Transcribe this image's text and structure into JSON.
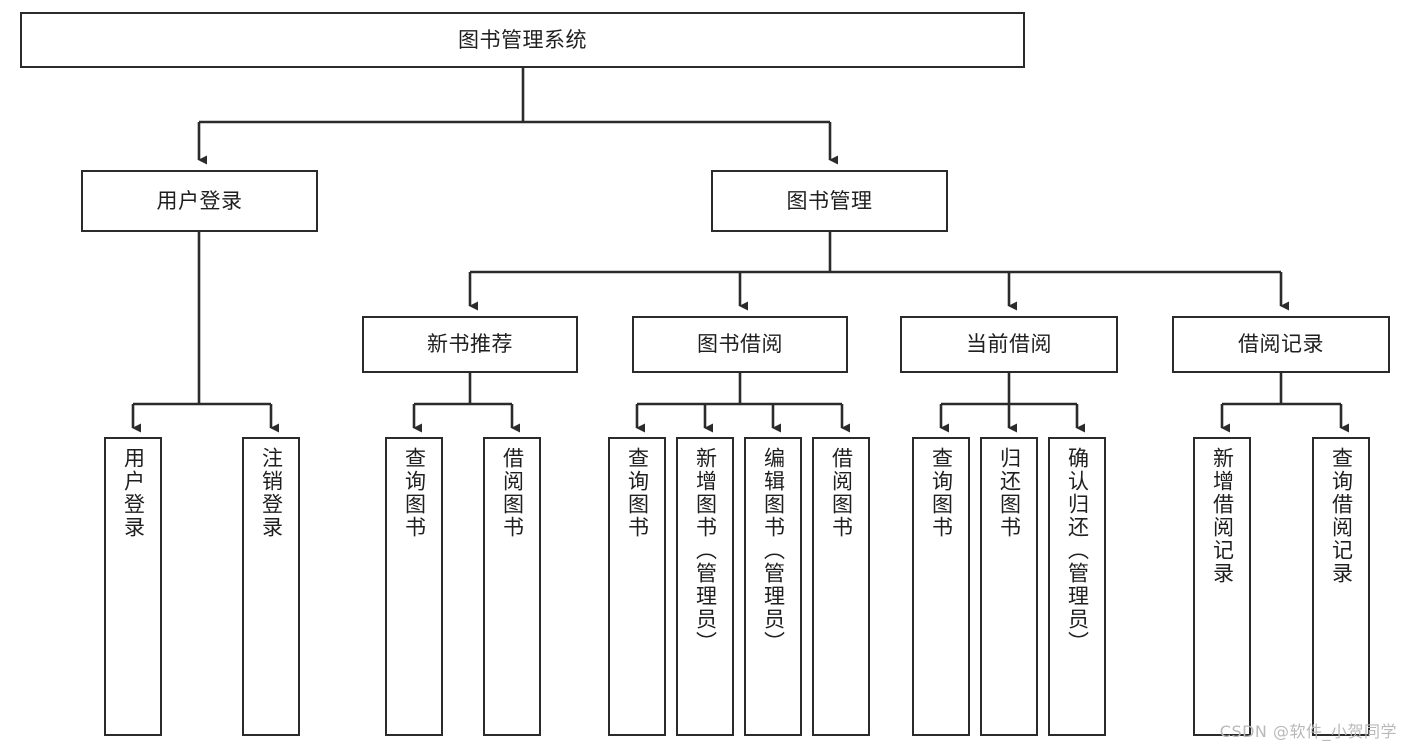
{
  "diagram": {
    "title": "图书管理系统",
    "watermark": "CSDN @软件_小贺同学",
    "colors": {
      "box_border": "#2b2b2b",
      "line": "#2b2b2b",
      "background": "#ffffff",
      "text": "#1f1f1f",
      "watermark": "#b9b9b9"
    },
    "levels": {
      "root": {
        "label": "图书管理系统"
      },
      "level2": [
        {
          "label": "用户登录"
        },
        {
          "label": "图书管理"
        }
      ],
      "level3": [
        {
          "label": "新书推荐"
        },
        {
          "label": "图书借阅"
        },
        {
          "label": "当前借阅"
        },
        {
          "label": "借阅记录"
        }
      ],
      "leaves": {
        "user_login": [
          {
            "label": "用户登录"
          },
          {
            "label": "注销登录"
          }
        ],
        "new_book_recommend": [
          {
            "label": "查询图书"
          },
          {
            "label": "借阅图书"
          }
        ],
        "book_borrow": [
          {
            "label": "查询图书"
          },
          {
            "label": "新增图书（管理员）"
          },
          {
            "label": "编辑图书（管理员）"
          },
          {
            "label": "借阅图书"
          }
        ],
        "current_borrow": [
          {
            "label": "查询图书"
          },
          {
            "label": "归还图书"
          },
          {
            "label": "确认归还（管理员）"
          }
        ],
        "borrow_record": [
          {
            "label": "新增借阅记录"
          },
          {
            "label": "查询借阅记录"
          }
        ]
      }
    }
  }
}
